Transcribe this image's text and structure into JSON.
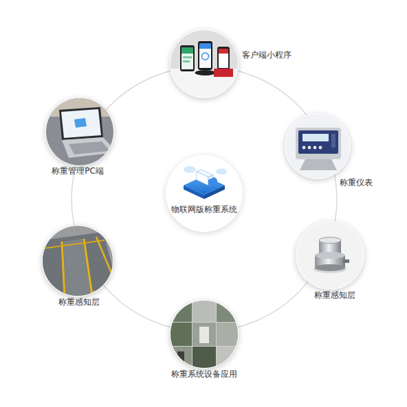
{
  "diagram": {
    "nodes": [
      {
        "text": [
          "客户端小程序"
        ]
      },
      {
        "text": [
          "称重管理PC端"
        ]
      },
      {
        "text": [
          "称重仪表"
        ]
      },
      {
        "text": [
          "物联网版称重系统"
        ]
      },
      {
        "text": [
          "称重感知层"
        ]
      },
      {
        "text": [
          "称重感知层"
        ]
      },
      {
        "text": [
          "称重系统设备应用"
        ]
      }
    ]
  }
}
